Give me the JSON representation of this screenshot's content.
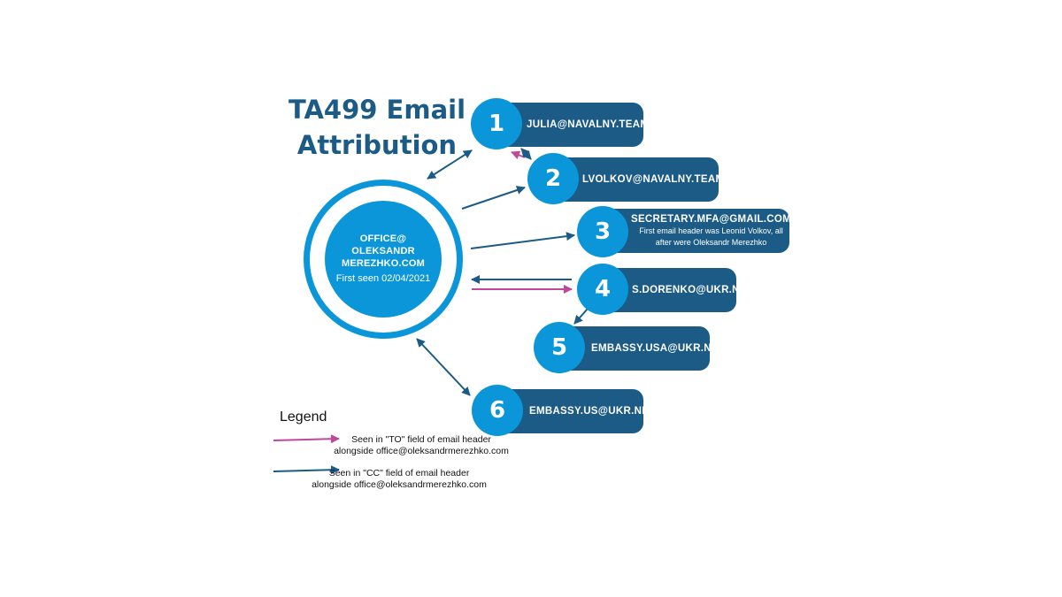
{
  "title": {
    "line1": "TA499 Email",
    "line2": "Attribution"
  },
  "hub": {
    "lines": [
      "OFFICE@",
      "OLEKSANDR",
      "MEREZHKO.COM"
    ],
    "first_seen": "First seen 02/04/2021"
  },
  "nodes": [
    {
      "number": "1",
      "label": "JULIA@NAVALNY.TEAM"
    },
    {
      "number": "2",
      "label": "LVOLKOV@NAVALNY.TEAM"
    },
    {
      "number": "3",
      "label": "SECRETARY.MFA@GMAIL.COM",
      "note_line1": "First email header was Leonid Volkov, all",
      "note_line2": "after were Oleksandr Merezhko"
    },
    {
      "number": "4",
      "label": "S.DORENKO@UKR.NET"
    },
    {
      "number": "5",
      "label": "EMBASSY.USA@UKR.NET"
    },
    {
      "number": "6",
      "label": "EMBASSY.US@UKR.NET"
    }
  ],
  "legend": {
    "title": "Legend",
    "to": {
      "line1": "Seen in \"TO\" field of email header",
      "line2": "alongside office@oleksandrmerezhko.com"
    },
    "cc": {
      "line1": "Seen in \"CC\" field of email header",
      "line2": "alongside office@oleksandrmerezhko.com"
    }
  },
  "colors": {
    "accent_blue": "#0a96d8",
    "navy": "#1b5b86",
    "to_arrow": "#c0479a",
    "cc_arrow": "#1b5b86"
  }
}
